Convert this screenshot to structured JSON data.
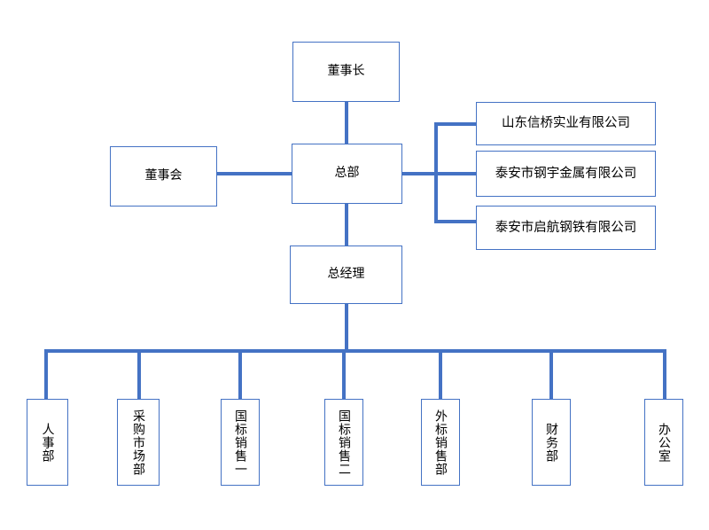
{
  "chart": {
    "type": "org-chart",
    "title": "",
    "accent_color": "#4472C4",
    "box_border_color": "#4472C4",
    "background_color": "#ffffff",
    "text_color": "#000000"
  },
  "nodes": {
    "chairman": {
      "label": "董事长"
    },
    "board": {
      "label": "董事会"
    },
    "headquarters": {
      "label": "总部"
    },
    "general_manager": {
      "label": "总经理"
    }
  },
  "subsidiaries": [
    {
      "label": "山东信桥实业有限公司"
    },
    {
      "label": "泰安市钢宇金属有限公司"
    },
    {
      "label": "泰安市启航钢铁有限公司"
    }
  ],
  "departments": [
    {
      "label": "人事部"
    },
    {
      "label": "采购市场部"
    },
    {
      "label": "国标销售一"
    },
    {
      "label": "国标销售二"
    },
    {
      "label": "外标销售部"
    },
    {
      "label": "财务部"
    },
    {
      "label": "办公室"
    }
  ]
}
